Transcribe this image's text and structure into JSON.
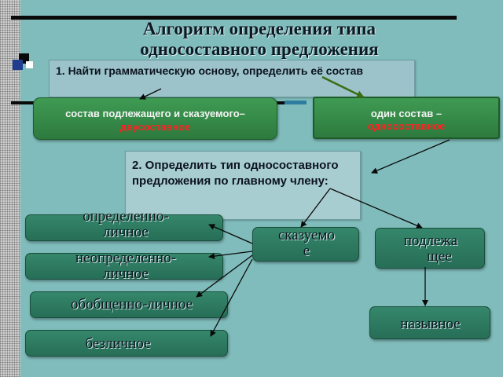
{
  "title": {
    "line1": "Алгоритм определения типа",
    "line2": "односоставного предложения"
  },
  "step1": {
    "text": "1. Найти грамматическую основу, определить её состав"
  },
  "two_part": {
    "text": "состав подлежащего и сказуемого–",
    "highlight": "двусоставное"
  },
  "one_part": {
    "text": "один состав –",
    "highlight": "односоставное"
  },
  "step2": {
    "text": "2. Определить тип односоставного предложения по главному члену:"
  },
  "left_types": [
    {
      "line1": "определенно-",
      "line2": "личное"
    },
    {
      "line1": "неопределенно-",
      "line2": "личное"
    },
    {
      "line1": "обобщенно-личное",
      "line2": ""
    },
    {
      "line1": "безличное",
      "line2": ""
    }
  ],
  "predicate": {
    "line1": "сказуемо",
    "line2": "е"
  },
  "subject": {
    "line1": "подлежа",
    "line2": "щее"
  },
  "nominative": {
    "label": "назывное"
  },
  "colors": {
    "background": "#7fbcbb",
    "green_box": "#3f9b53",
    "teal_box": "#2d7f64",
    "highlight": "#ff2020"
  }
}
